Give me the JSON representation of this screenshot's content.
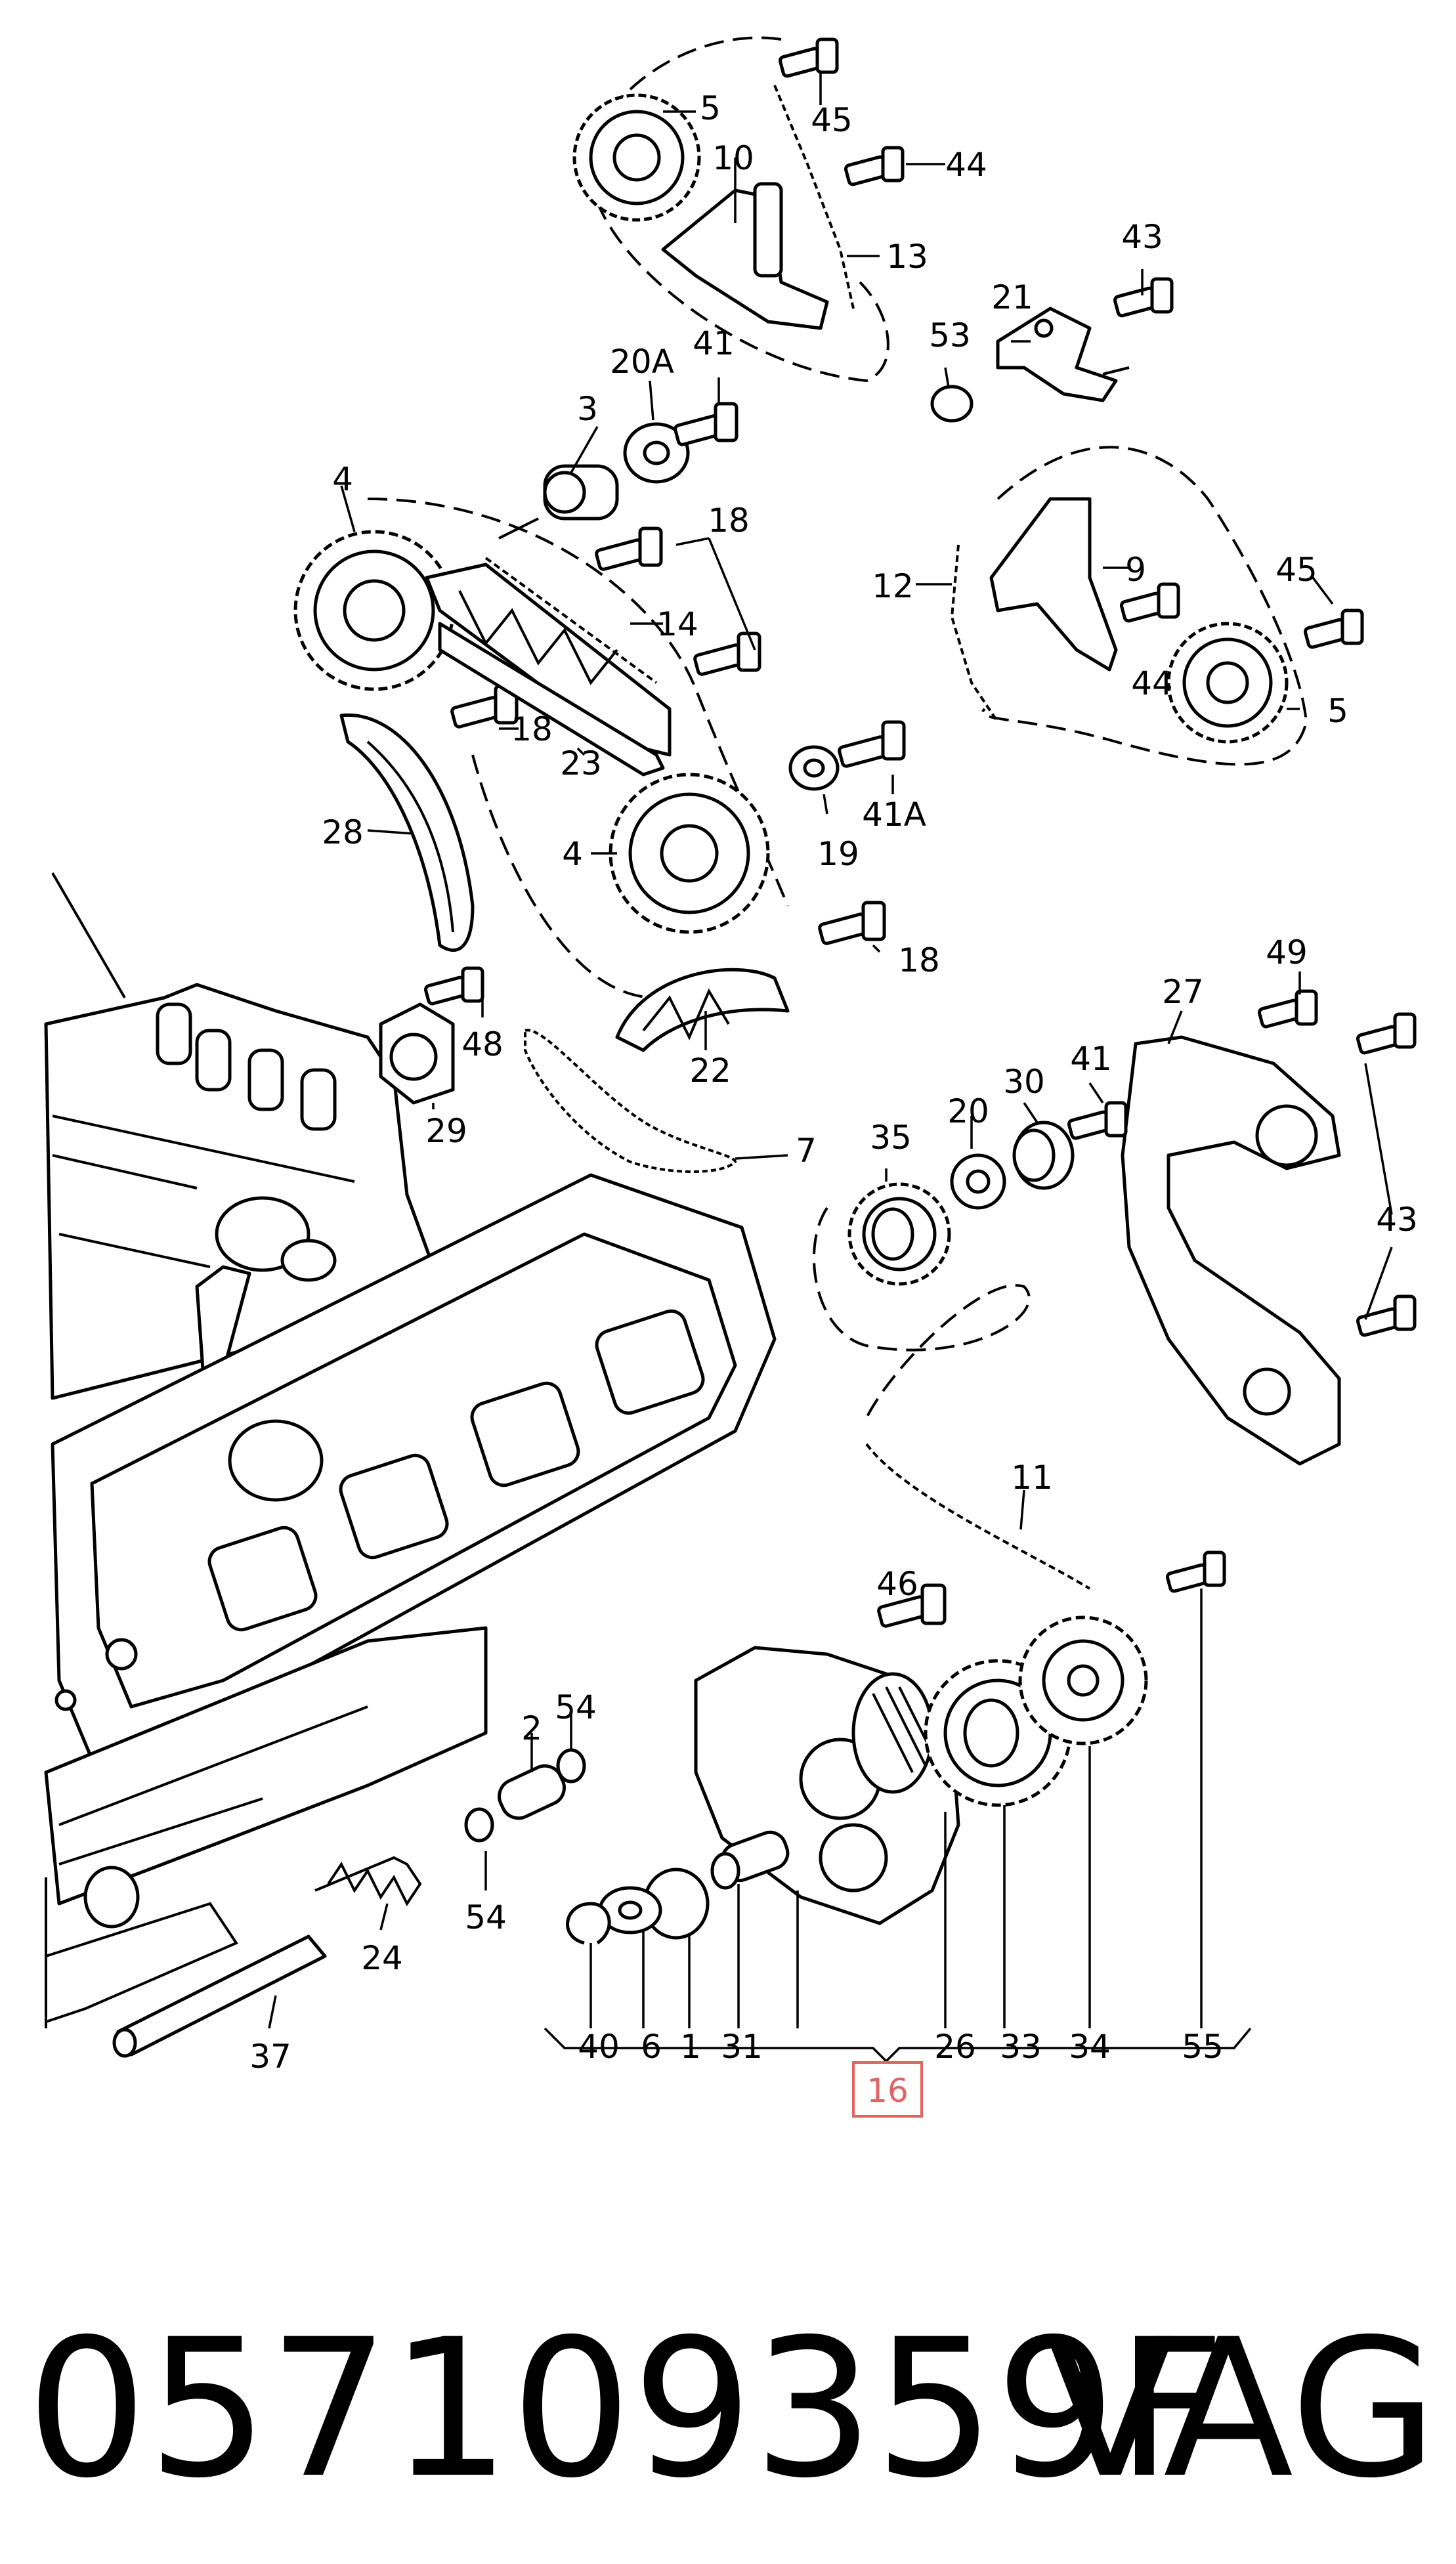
{
  "callouts": {
    "c45a": "45",
    "c44a": "44",
    "c5a": "5",
    "c10": "10",
    "c13": "13",
    "c43a": "43",
    "c21": "21",
    "c53": "53",
    "c20A": "20A",
    "c41a": "41",
    "c3": "3",
    "c4a": "4",
    "c18a": "18",
    "c14": "14",
    "c12": "12",
    "c9": "9",
    "c45b": "45",
    "c44b": "44",
    "c5b": "5",
    "c18b": "18",
    "c23": "23",
    "c41A": "41A",
    "c19": "19",
    "c28": "28",
    "c4b": "4",
    "c18c": "18",
    "c22": "22",
    "c48": "48",
    "c29": "29",
    "c7": "7",
    "c49": "49",
    "c27": "27",
    "c41b": "41",
    "c30": "30",
    "c20": "20",
    "c35": "35",
    "c43b": "43",
    "c11": "11",
    "c46": "46",
    "c54a": "54",
    "c2": "2",
    "c54b": "54",
    "c24": "24",
    "c37": "37",
    "c40": "40",
    "c6": "6",
    "c1": "1",
    "c31": "31",
    "c26": "26",
    "c33": "33",
    "c34": "34",
    "c55": "55"
  },
  "highlight": {
    "label": "16",
    "color": "#e06464"
  },
  "footer": {
    "part_number": "057109359F",
    "brand": "VAG"
  }
}
